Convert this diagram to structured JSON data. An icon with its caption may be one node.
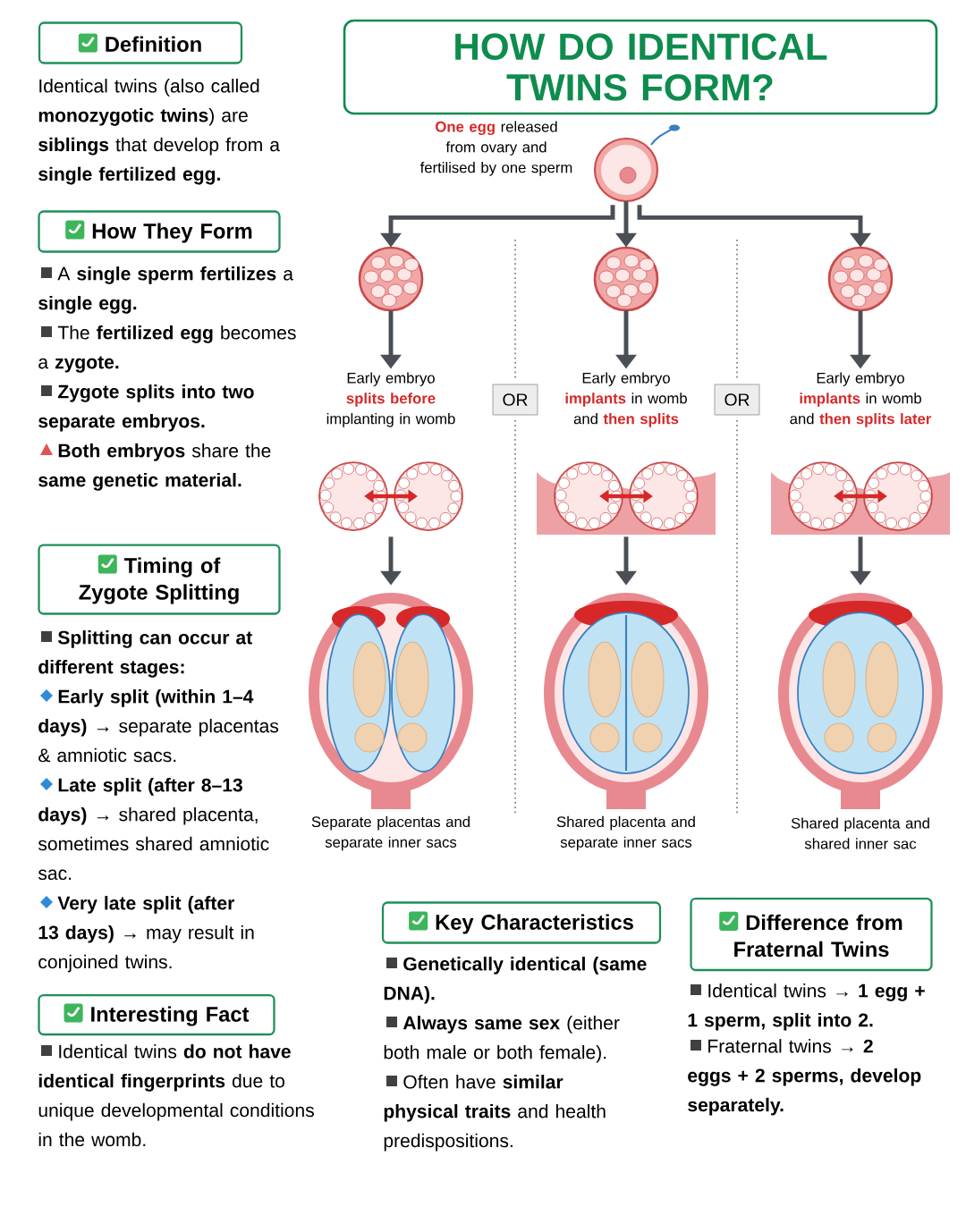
{
  "diagram": {
    "title": "HOW DO IDENTICAL TWINS FORM?",
    "nodes": [
      {
        "text": [],
        "shape": "picture",
        "beside": [
          "**One egg** released from ovary and fertilised by one sperm"
        ]
      },
      {
        "text": [],
        "shape": "picture"
      },
      {
        "text": [],
        "shape": "picture"
      },
      {
        "text": [],
        "shape": "picture"
      },
      {
        "text": [
          "Early embryo **splits before** implanting in womb"
        ]
      },
      {
        "text": [
          "Early embryo **implants** in womb and **then splits**"
        ]
      },
      {
        "text": [
          "Early embryo **implants** in womb and **then splits later**"
        ]
      },
      {
        "text": [],
        "shape": "picture"
      },
      {
        "text": [],
        "shape": "picture"
      },
      {
        "text": [],
        "shape": "picture"
      },
      {
        "text": [],
        "shape": "picture",
        "beside": [
          "Separate placentas and separate inner sacs"
        ]
      },
      {
        "text": [],
        "shape": "picture",
        "beside": [
          "Shared placenta and separate inner sacs"
        ]
      },
      {
        "text": [],
        "shape": "picture",
        "beside": [
          "Shared placenta and shared inner sac"
        ]
      },
      {
        "text": [
          "OR"
        ]
      },
      {
        "text": [
          "OR"
        ]
      },
      {
        "text": [
          "Definition"
        ]
      },
      {
        "text": [
          "How They Form"
        ]
      },
      {
        "text": [
          "Timing of Zygote Splitting"
        ]
      },
      {
        "text": [
          "Interesting Fact"
        ]
      },
      {
        "text": [
          "Key Characteristics"
        ]
      },
      {
        "text": [
          "Difference from Fraternal Twins"
        ]
      }
    ],
    "edges": [
      {
        "from": 0,
        "to": 1,
        "arrow": "to"
      },
      {
        "from": 0,
        "to": 2,
        "arrow": "to"
      },
      {
        "from": 0,
        "to": 3,
        "arrow": "to"
      },
      {
        "from": 1,
        "to": 4,
        "arrow": "to"
      },
      {
        "from": 2,
        "to": 5,
        "arrow": "to"
      },
      {
        "from": 3,
        "to": 6,
        "arrow": "to"
      },
      {
        "from": 7,
        "to": 10,
        "arrow": "to"
      },
      {
        "from": 8,
        "to": 11,
        "arrow": "to"
      },
      {
        "from": 9,
        "to": 12,
        "arrow": "to"
      }
    ],
    "labels": [
      "Identical twins (also called **monozygotic twins**) are **siblings** that develop from a **single fertilized egg.**",
      "A **single sperm fertilizes** a **single egg.**",
      "The **fertilized egg** becomes a **zygote.**",
      "Zygote splits into two separate embryos.",
      "**Both embryos** share the **same genetic material.**",
      "Splitting can occur at different stages:",
      "**Early split (within 1–4 days)** → separate placentas & amniotic sacs.",
      "**Late split (after 8–13 days)** → shared placenta, sometimes shared amniotic sac.",
      "**Very late split (after 13 days)** → may result in conjoined twins.",
      "Identical twins **do not have identical fingerprints** due to unique developmental conditions in the womb.",
      "Genetically identical (same DNA).",
      "**Always same sex** (either both male or both female).",
      "Often have **similar physical traits** and health predispositions.",
      "Identical twins → **1 egg + 1 sperm, split into 2.**",
      "Fraternal twins → **2 eggs + 2 sperms, develop separately.**"
    ]
  }
}
